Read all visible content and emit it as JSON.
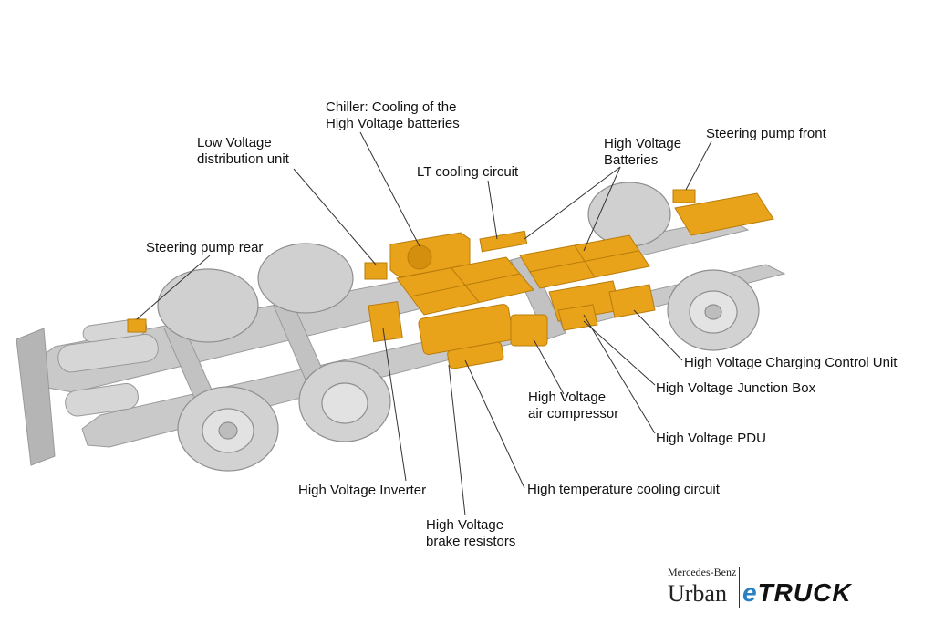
{
  "colors": {
    "component_orange": "#E8A31A",
    "chassis_grey": "#BDBDBD",
    "leader_line": "#333333",
    "brand_blue": "#2A7FC0"
  },
  "labels": {
    "chiller": [
      "Chiller: Cooling of the",
      "High Voltage batteries"
    ],
    "low_voltage": [
      "Low Voltage",
      "distribution unit"
    ],
    "lt_cooling": [
      "LT cooling circuit"
    ],
    "hv_batteries": [
      "High Voltage",
      "Batteries"
    ],
    "steering_front": [
      "Steering pump front"
    ],
    "steering_rear": [
      "Steering pump rear"
    ],
    "hv_charging": [
      "High Voltage Charging Control Unit"
    ],
    "hv_junction": [
      "High Voltage Junction Box"
    ],
    "hv_air_compressor": [
      "High Voltage",
      "air compressor"
    ],
    "hv_pdu": [
      "High Voltage PDU"
    ],
    "hv_inverter": [
      "High Voltage Inverter"
    ],
    "ht_cooling": [
      "High temperature cooling circuit"
    ],
    "hv_brake": [
      "High Voltage",
      "brake resistors"
    ]
  },
  "brand": {
    "maker": "Mercedes-Benz",
    "product": "Urban",
    "e": "e",
    "truck": "TRUCK"
  }
}
